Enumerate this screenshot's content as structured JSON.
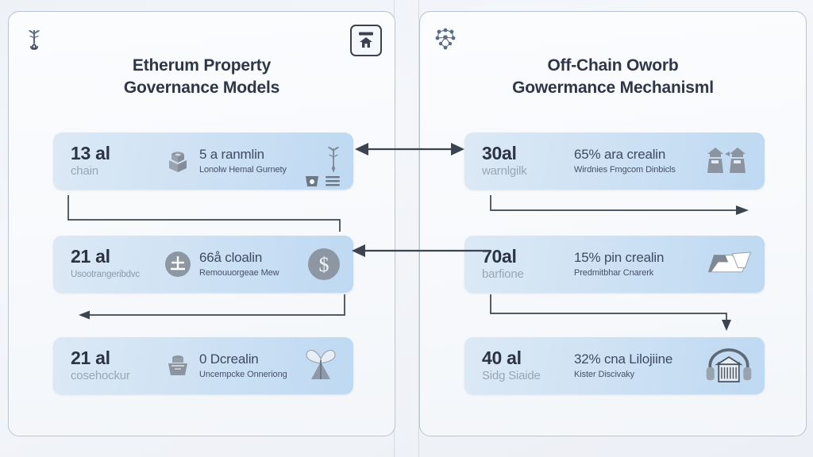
{
  "panels": [
    {
      "title_line1": "Etherum Property",
      "title_line2": "Governance Models",
      "corner_icon_left": "plant-sprout-icon",
      "corner_icon_right": "home-badge-icon",
      "rows": [
        {
          "value": "13",
          "unit": "al",
          "label": "chain",
          "icon": "box-package-icon",
          "detail_head": "5 a ranmlin",
          "detail_sub": "Lonolw Hemal Gurnety",
          "trailing_icon": "insect-antenna-icon",
          "mini_icons": [
            "bucket-icon",
            "list-lines-icon"
          ]
        },
        {
          "value": "21",
          "unit": "al",
          "label": "Usootrangeribdvc",
          "icon": "scale-balance-circle-icon",
          "detail_head": "66å cloalin",
          "detail_sub": "Remouuorgeae Mew",
          "trailing_icon": "dollar-coin-icon",
          "mini_icons": []
        },
        {
          "value": "21",
          "unit": "al",
          "label": "cosehockur",
          "icon": "ink-well-icon",
          "detail_head": "0 Dcrealin",
          "detail_sub": "Uncempcke Onneriong",
          "trailing_icon": "moth-wings-icon",
          "mini_icons": []
        }
      ]
    },
    {
      "title_line1": "Off-Chain Oworb",
      "title_line2": "Gowermance Mechanisml",
      "corner_icon_left": "network-cluster-icon",
      "corner_icon_right": "",
      "rows": [
        {
          "value": "30",
          "unit": "al",
          "label": "warnlgilk",
          "icon": "",
          "detail_head": "65% ara crealin",
          "detail_sub": "Wirdnies Fmgcom Dinbicls",
          "trailing_icon": "two-pavilions-icon",
          "mini_icons": []
        },
        {
          "value": "70",
          "unit": "al",
          "label": "barfione",
          "icon": "",
          "detail_head": "15% pin crealin",
          "detail_sub": "Predmitbhar Cnarerk",
          "trailing_icon": "open-folder-icon",
          "mini_icons": []
        },
        {
          "value": "40",
          "unit": "al",
          "label": "Sidg Siaide",
          "icon": "",
          "detail_head": "32% cna Lilojiine",
          "detail_sub": "Kister Discivaky",
          "trailing_icon": "headphones-bank-icon",
          "mini_icons": []
        }
      ]
    }
  ],
  "connectors": {
    "left_elbow_1": "elbow-down-right",
    "left_elbow_2": "elbow-down-left",
    "right_elbow_1": "elbow-down-right",
    "right_elbow_2": "elbow-down-right",
    "cross_row1": "double-headed-arrow",
    "cross_row2": "left-arrow"
  },
  "colors": {
    "row_fill_start": "#dce9f5",
    "row_fill_end": "#bed9f2",
    "panel_border": "#b9c2cf",
    "title_text": "#2d3748",
    "ink": "#3b4450",
    "muted_label": "#9aa6b4",
    "background": "#eef1f6"
  }
}
